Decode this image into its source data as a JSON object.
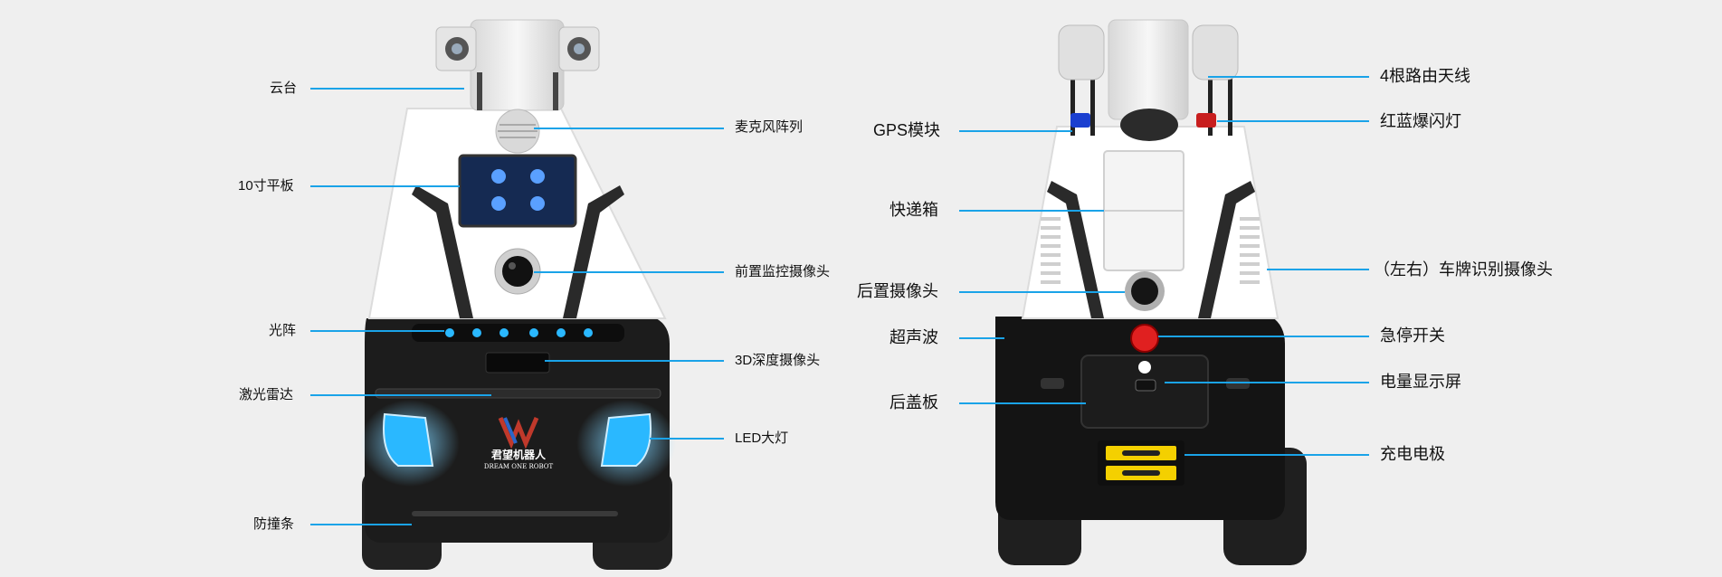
{
  "front_robot": {
    "brand_cn": "君望机器人",
    "brand_en": "DREAM ONE ROBOT",
    "labels_left": [
      "云台",
      "10寸平板",
      "光阵",
      "激光雷达",
      "防撞条"
    ],
    "labels_right": [
      "麦克风阵列",
      "前置监控摄像头",
      "3D深度摄像头",
      "LED大灯"
    ]
  },
  "rear_robot": {
    "labels_left": [
      "GPS模块",
      "快递箱",
      "后置摄像头",
      "超声波",
      "后盖板"
    ],
    "labels_right": [
      "4根路由天线",
      "红蓝爆闪灯",
      "（左右）车牌识别摄像头",
      "急停开关",
      "电量显示屏",
      "充电电极"
    ]
  },
  "colors": {
    "leader_line": "#1aa3e8",
    "background": "#efefef",
    "body_white": "#ffffff",
    "body_black": "#1a1a1a",
    "led_blue": "#2ab8ff",
    "estop_red": "#e02020",
    "electrode_yellow": "#f4d000"
  }
}
